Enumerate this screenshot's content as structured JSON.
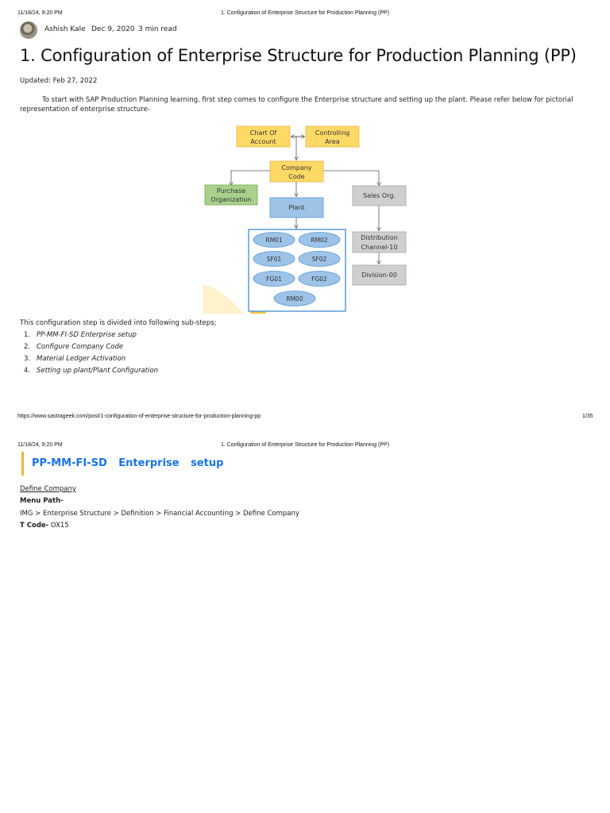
{
  "print_header": {
    "datetime": "11/18/24, 9:20 PM",
    "doc_title": "1. Configuration of Enterprise Structure for Production Planning (PP)"
  },
  "article": {
    "author": "Ashish Kale",
    "date": "Dec 9, 2020",
    "read_time": "3 min read",
    "title": "1. Configuration of Enterprise Structure for Production Planning (PP)",
    "updated": "Updated: Feb 27, 2022",
    "intro": "To start with SAP Production Planning learning, first step comes to configure the Enterprise structure and setting up the plant. Please refer below for pictorial representation of enterprise structure-",
    "substeps_intro": "This configuration step is divided into following sub-steps;",
    "steps": [
      {
        "num": "1.",
        "text": "PP-MM-FI-SD Enterprise setup"
      },
      {
        "num": "2.",
        "text": "Configure Company Code"
      },
      {
        "num": "3.",
        "text": "Material Ledger Activation"
      },
      {
        "num": "4.",
        "text": "Setting up plant/Plant Configuration"
      }
    ]
  },
  "diagram": {
    "chart_of_account_l1": "Chart Of",
    "chart_of_account_l2": "Account",
    "controlling_area_l1": "Controlling",
    "controlling_area_l2": "Area",
    "company_code_l1": "Company",
    "company_code_l2": "Code",
    "purchase_org_l1": "Purchase",
    "purchase_org_l2": "Organization",
    "sales_org": "Sales Org.",
    "plant": "Plant",
    "distribution_l1": "Distribution",
    "distribution_l2": "Channel-10",
    "division": "Division-00",
    "storage_locations": [
      "RM01",
      "RM02",
      "SF01",
      "SF02",
      "FG01",
      "FG02",
      "RM00"
    ],
    "colors": {
      "yellow_fill": "#ffd966",
      "yellow_stroke": "#e6b34a",
      "green_fill": "#a9d18e",
      "green_stroke": "#70ad47",
      "blue_fill": "#9dc3e6",
      "blue_stroke": "#5b9bd5",
      "grey_fill": "#d0cece",
      "grey_stroke": "#a6a6a6"
    }
  },
  "footer": {
    "url": "https://www.sastrageek.com/post/1-configuration-of-enterprise-structure-for-production-planning-pp",
    "page": "1/35"
  },
  "page2": {
    "section_title": "PP-MM-FI-SD Enterprise setup",
    "define_link": "Define Company",
    "menu_path_label": "Menu Path-",
    "menu_path": "IMG > Enterprise Structure > Definition > Financial Accounting > Define Company",
    "tcode_label": "T Code-",
    "tcode_value": " OX15"
  }
}
